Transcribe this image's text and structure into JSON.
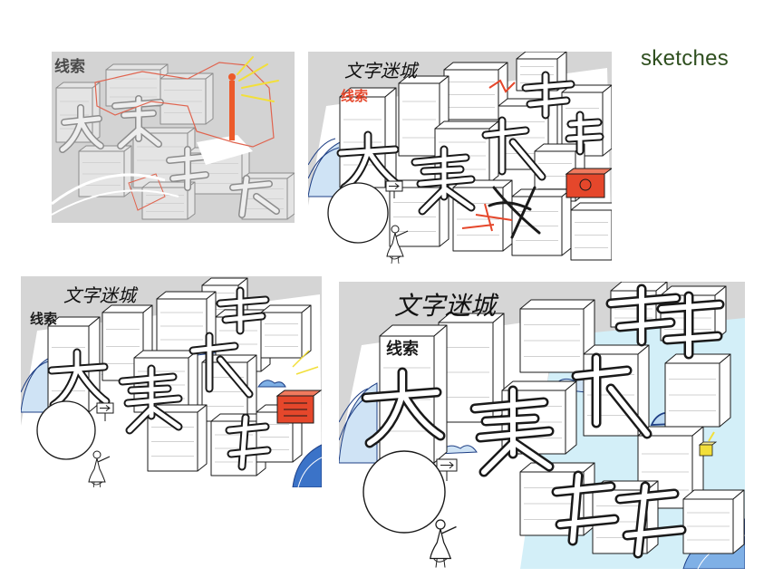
{
  "heading": "sketches",
  "colors": {
    "heading": "#2f4f1f",
    "panel_gray": "#d5d5d5",
    "ink": "#1a1a1a",
    "red": "#e5472b",
    "orange": "#ec5a2a",
    "blue": "#1e3f85",
    "wave_fill": "#cfe3f5",
    "light_blue": "#d3eff8",
    "yellow": "#f2df3a"
  },
  "panels": [
    {
      "label": "线索"
    },
    {
      "title": "文字迷城",
      "label": "线索"
    },
    {
      "title": "文字迷城",
      "label": "线索"
    },
    {
      "title": "文字迷城",
      "label": "线索"
    }
  ]
}
